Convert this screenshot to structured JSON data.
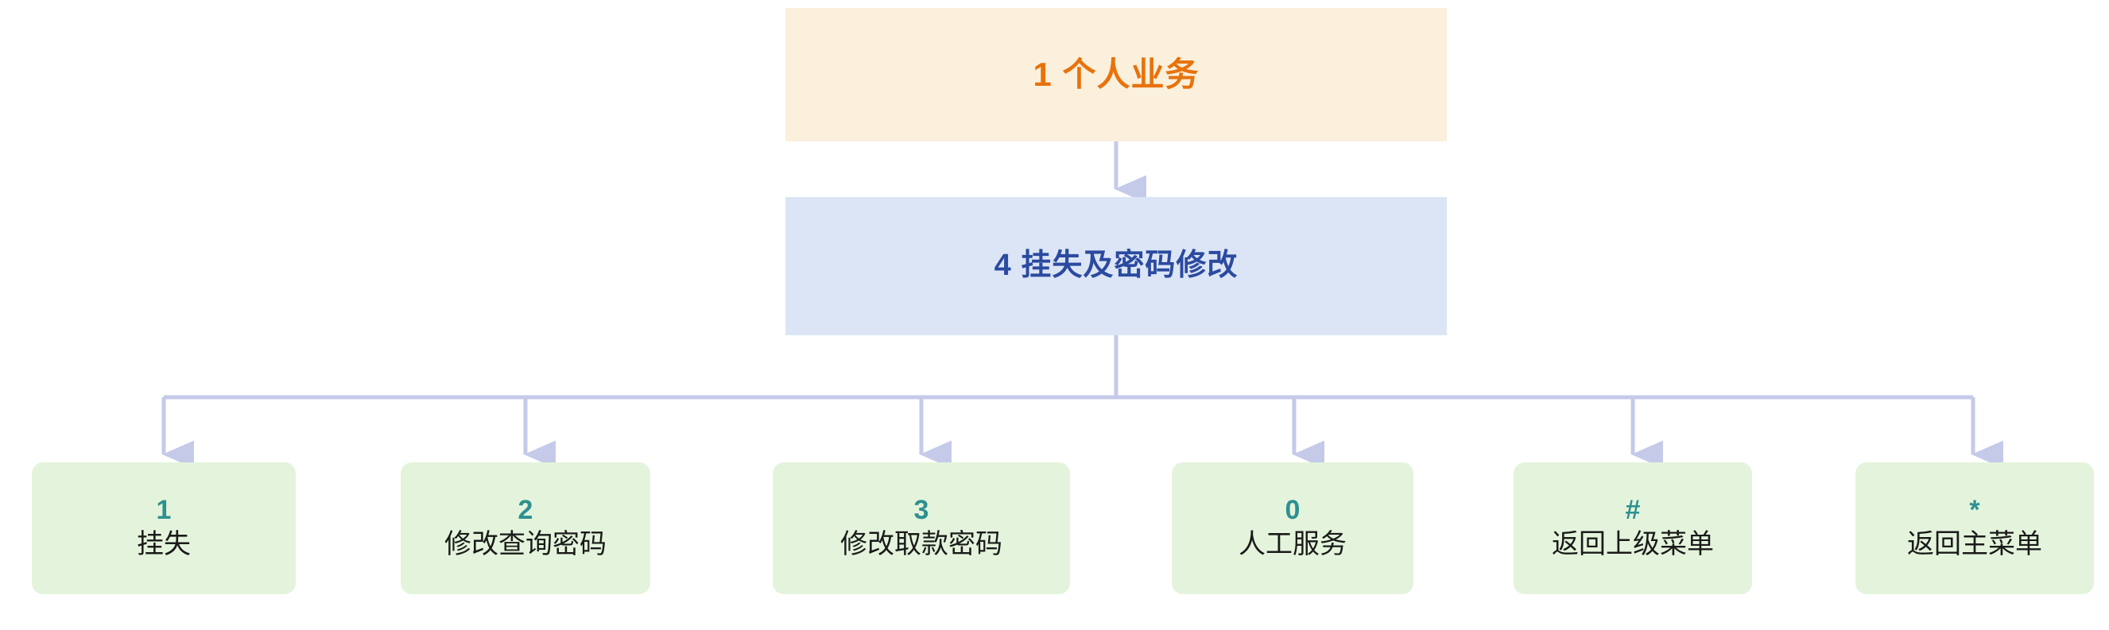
{
  "diagram": {
    "type": "tree-flowchart",
    "orientation": "top-down",
    "colors": {
      "root_fill": "#FAF0DC",
      "root_text": "#E8720C",
      "branch_fill": "#DBE5F5",
      "branch_text": "#2B4AA0",
      "leaf_fill": "#E4F4DC",
      "leaf_key_text": "#2E9090",
      "leaf_label_text": "#1A1A1A",
      "connector": "#C5CAE9",
      "background": "#FFFFFF"
    },
    "root": {
      "key": "1",
      "label": "个人业务",
      "title": "1 个人业务"
    },
    "branch": {
      "key": "4",
      "label": "挂失及密码修改",
      "title": "4 挂失及密码修改"
    },
    "leaves": [
      {
        "key": "1",
        "label": "挂失"
      },
      {
        "key": "2",
        "label": "修改查询密码"
      },
      {
        "key": "3",
        "label": "修改取款密码"
      },
      {
        "key": "0",
        "label": "人工服务"
      },
      {
        "key": "#",
        "label": "返回上级菜单"
      },
      {
        "key": "*",
        "label": "返回主菜单"
      }
    ]
  }
}
